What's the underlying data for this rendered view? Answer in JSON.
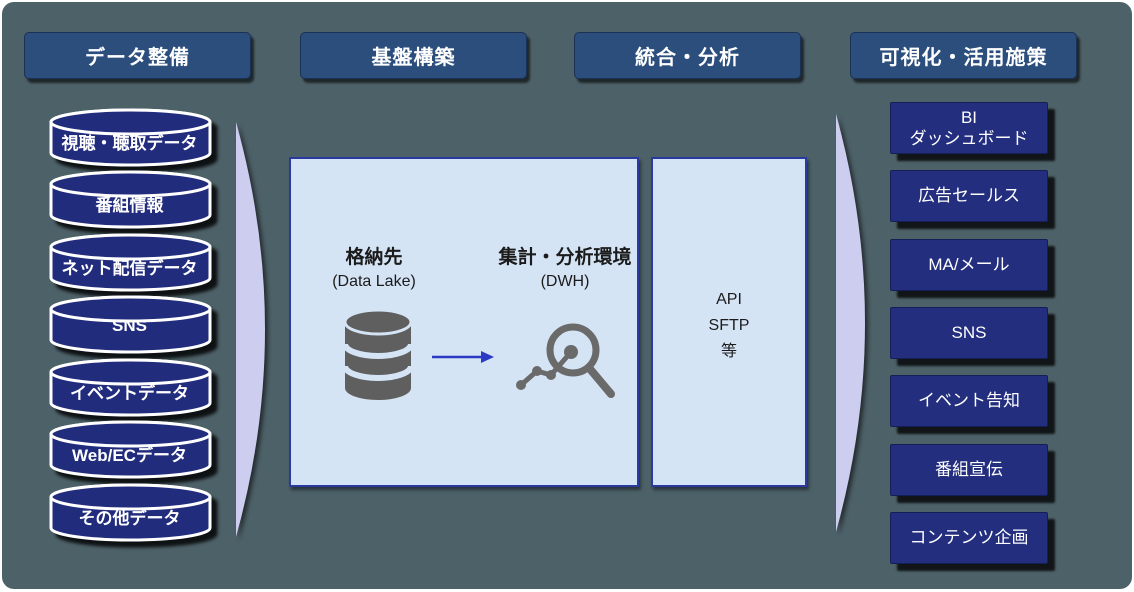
{
  "canvas": {
    "background": "#4D6168",
    "frame": "#ffffff"
  },
  "colors": {
    "header_fill": "#2B4E7C",
    "cylinder_fill": "#212C7D",
    "output_fill": "#232E7E",
    "lightbox_fill": "#D5E4F5",
    "lightbox_border": "#2A3AA0",
    "flow_arrow_fill": "#CDCDF0",
    "arrow_blue": "#2B3AC4",
    "icon_gray": "#5f5f5f",
    "text_light": "#ffffff",
    "text_dark": "#1b1b1b"
  },
  "headers": [
    {
      "label": "データ整備"
    },
    {
      "label": "基盤構築"
    },
    {
      "label": "統合・分析"
    },
    {
      "label": "可視化・活用施策"
    }
  ],
  "sources": {
    "items": [
      {
        "label": "視聴・聴取データ"
      },
      {
        "label": "番組情報"
      },
      {
        "label": "ネット配信データ"
      },
      {
        "label": "SNS"
      },
      {
        "label": "イベントデータ"
      },
      {
        "label": "Web/ECデータ"
      },
      {
        "label": "その他データ"
      }
    ]
  },
  "platform": {
    "storage": {
      "title": "格納先",
      "subtitle": "(Data Lake)"
    },
    "dwh": {
      "title": "集計・分析環境",
      "subtitle": "(DWH)"
    }
  },
  "integration": {
    "lines": [
      "API",
      "SFTP",
      "等"
    ]
  },
  "outputs": {
    "items": [
      {
        "label": "BI\nダッシュボード"
      },
      {
        "label": "広告セールス"
      },
      {
        "label": "MA/メール"
      },
      {
        "label": "SNS"
      },
      {
        "label": "イベント告知"
      },
      {
        "label": "番組宣伝"
      },
      {
        "label": "コンテンツ企画"
      }
    ]
  },
  "icons": {
    "cylinder": "data-source-cylinder-icon",
    "database": "database-icon",
    "arrow": "right-arrow-icon",
    "analysis": "magnifier-chart-icon",
    "flow_left": "flow-chevron-left",
    "flow_right": "flow-chevron-right"
  }
}
